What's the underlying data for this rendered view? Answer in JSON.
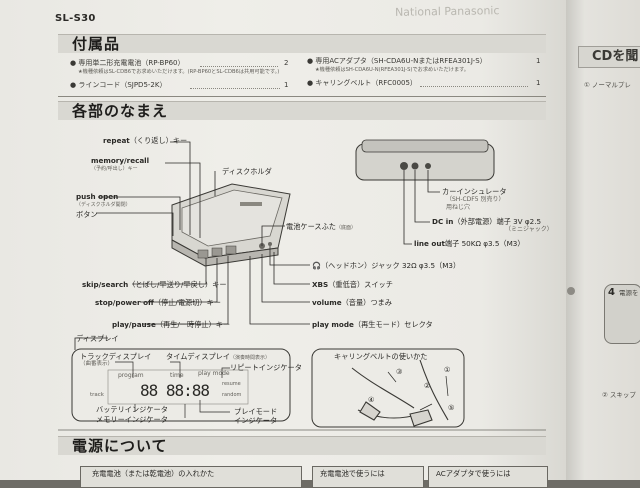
{
  "header": {
    "model": "SL-S30",
    "ghost_text": "National Panasonic"
  },
  "accessories": {
    "title": "付属品",
    "items": [
      {
        "text": "● 専用単二形充電電池（RP-BP60）",
        "count": "2",
        "note": "★機種依頼はSL-CDB6でお求めいただけます。(RP-BP60とSL-CDB6は共用可能です。)"
      },
      {
        "text": "● ラインコード（SJPD5-2K）",
        "count": "1",
        "note": ""
      },
      {
        "text": "● 専用ACアダプタ（SH-CDA6U-NまたはRFEA301J-S）",
        "count": "1",
        "note": "★機種依頼はSH-CDA6U-N(RFEA301J-S)でお求めいただけます。"
      },
      {
        "text": "● キャリングベルト（RFC0005）",
        "count": "1",
        "note": ""
      }
    ]
  },
  "parts": {
    "title": "各部のなまえ",
    "labels": {
      "repeat": "repeat",
      "repeat_jp": "（くり返し）キー",
      "memory_recall": "memory/recall",
      "memory_jp": "（予約/呼出し）キー",
      "disc_holder": "ディスクホルダ",
      "push_open": "push open",
      "push_open_jp": "（ディスクホルダ開閉）",
      "button": "ボタン",
      "skip_search": "skip/search",
      "skip_jp": "（とばし/早送り/早戻し）キー",
      "stop_power_off": "stop/power off",
      "stop_jp": "（停止/電源切）キー",
      "play_pause": "play/pause",
      "play_jp": "（再生/一時停止）キー",
      "display": "ディスプレイ",
      "battery_cover": "電池ケースふた",
      "battery_cover_jp": "（底面）",
      "headphones": "（ヘッドホン）ジャック 32Ω φ3.5（M3）",
      "xbs": "XBS",
      "xbs_jp": "（重低音）スイッチ",
      "volume": "volume",
      "volume_jp": "（音量）つまみ",
      "play_mode": "play mode",
      "play_mode_jp": "（再生モード）セレクタ",
      "car_insulator": "カーインシュレータ",
      "car_insulator_model": "（SH-CDF5 別売り）",
      "car_insulator_hole": "用ねじ穴",
      "dc_in": "DC in",
      "dc_in_jp": "（外部電源）端子 3V",
      "dc_in_spec": "φ2.5",
      "dc_in_mini": "（ミニジャック）",
      "line_out": "line out",
      "line_out_jp": "端子 50KΩ φ3.5（M3）"
    },
    "display_panel": {
      "track_display": "トラックディスプレイ",
      "track_display_jp": "（曲番表示）",
      "time_display": "タイムディスプレイ",
      "time_display_jp": "（演奏時間表示）",
      "repeat_indicator": "リピートインジケータ",
      "program": "program",
      "time": "time",
      "play_mode": "play mode",
      "track": "track",
      "resume": "resume",
      "random": "random",
      "digits": "88 88:88",
      "battery_indicator": "バッテリインジケータ",
      "memory_indicator": "メモリーインジケータ",
      "play_mode_indicator": "プレイモード",
      "play_mode_indicator2": "インジケータ"
    },
    "belt": {
      "title": "キャリングベルトの使いかた",
      "steps": [
        "①",
        "②",
        "③",
        "④",
        "⑤"
      ]
    }
  },
  "power": {
    "title": "電源について",
    "sub1": "充電電池（または乾電池）の入れかた",
    "sub2": "充電電池で使うには",
    "sub3": "ACアダプタで使うには"
  },
  "right_page": {
    "title": "CDを聞",
    "line1": "① ノーマルプレ",
    "step4": "4",
    "step4_text": "電源を",
    "line2": "② スキップ"
  }
}
